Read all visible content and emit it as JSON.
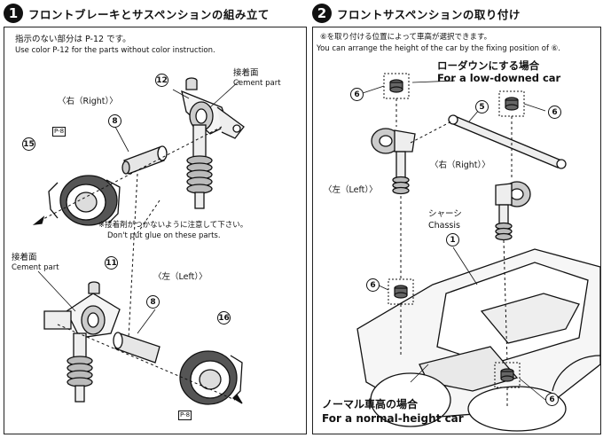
{
  "steps": [
    {
      "number": "1",
      "title": "フロントブレーキとサスペンションの組み立て"
    },
    {
      "number": "2",
      "title": "フロントサスペンションの取り付け"
    }
  ],
  "left_panel": {
    "note_jp": "指示のない部分は P-12 です。",
    "note_en": "Use color P-12 for the parts without color instruction.",
    "cement_jp_top": "接着面",
    "cement_en_top": "Cement part",
    "right_label": "〈右（Right）〉",
    "glue_warning_jp": "※接着剤がつかないように注意して下さい。",
    "glue_warning_en": "Don't put glue on these parts.",
    "cement_jp_bottom": "接着面",
    "cement_en_bottom": "Cement part",
    "left_label": "〈左（Left）〉",
    "color_code": "P-8",
    "color_code_bottom": "P-8",
    "part_numbers": {
      "p8_top": "8",
      "p12": "12",
      "p15": "15",
      "p11": "11",
      "p8_bottom": "8",
      "p16": "16"
    }
  },
  "right_panel": {
    "instruction_jp": "⑥を取り付ける位置によって車高が選択できます。",
    "instruction_en": "You can arrange the height of the car by the fixing position of ⑥.",
    "lowdown_jp": "ローダウンにする場合",
    "lowdown_en": "For a low-downed car",
    "left_label": "〈左（Left）〉",
    "right_label": "〈右（Right）〉",
    "chassis_jp": "シャーシ",
    "chassis_en": "Chassis",
    "normal_jp": "ノーマル車高の場合",
    "normal_en": "For a normal-height car",
    "part_numbers": {
      "p6_a": "6",
      "p6_b": "6",
      "p5": "5",
      "p1": "1",
      "p6_c": "6",
      "p6_d": "6"
    }
  }
}
